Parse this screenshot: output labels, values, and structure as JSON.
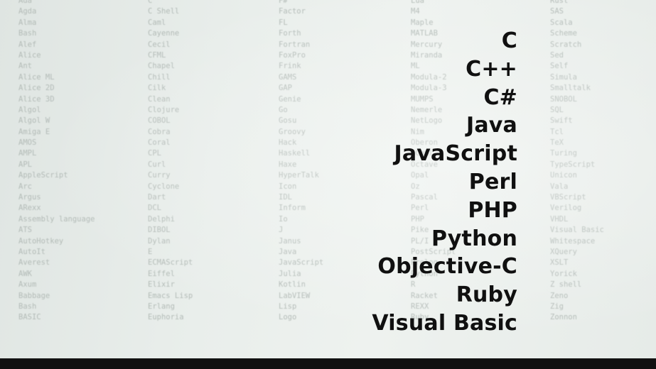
{
  "languages": [
    "C",
    "C++",
    "C#",
    "Java",
    "JavaScript",
    "Perl",
    "PHP",
    "Python",
    "Objective-C",
    "Ruby",
    "Visual Basic"
  ],
  "background_columns": [
    [
      "Ada",
      "Agda",
      "Alma",
      "Bash",
      "Alef",
      "Alice",
      "Ant",
      "Alice ML",
      "Alice 2D",
      "Alice 3D",
      "Algol",
      "Algol W",
      "Amiga E",
      "AMOS",
      "AMPL",
      "APL",
      "AppleScript",
      "Arc",
      "Argus",
      "ARexx",
      "Assembly language",
      "ATS",
      "AutoHotkey",
      "AutoIt",
      "Averest",
      "AWK",
      "Axum",
      "Babbage",
      "Bash",
      "BASIC"
    ],
    [
      "C",
      "C Shell",
      "Caml",
      "Cayenne",
      "Cecil",
      "CFML",
      "Chapel",
      "Chill",
      "Cilk",
      "Clean",
      "Clojure",
      "COBOL",
      "Cobra",
      "Coral",
      "CPL",
      "Curl",
      "Curry",
      "Cyclone",
      "Dart",
      "DCL",
      "Delphi",
      "DIBOL",
      "Dylan",
      "E",
      "ECMAScript",
      "Eiffel",
      "Elixir",
      "Emacs Lisp",
      "Erlang",
      "Euphoria"
    ],
    [
      "F#",
      "Factor",
      "FL",
      "Forth",
      "Fortran",
      "FoxPro",
      "Frink",
      "GAMS",
      "GAP",
      "Genie",
      "Go",
      "Gosu",
      "Groovy",
      "Hack",
      "Haskell",
      "Haxe",
      "HyperTalk",
      "Icon",
      "IDL",
      "Inform",
      "Io",
      "J",
      "Janus",
      "Java",
      "JavaScript",
      "Julia",
      "Kotlin",
      "LabVIEW",
      "Lisp",
      "Logo"
    ],
    [
      "Lua",
      "M4",
      "Maple",
      "MATLAB",
      "Mercury",
      "Miranda",
      "ML",
      "Modula-2",
      "Modula-3",
      "MUMPS",
      "Nemerle",
      "NetLogo",
      "Nim",
      "Oberon",
      "OCaml",
      "Octave",
      "Opal",
      "Oz",
      "Pascal",
      "Perl",
      "PHP",
      "Pike",
      "PL/I",
      "PostScript",
      "Prolog",
      "Python",
      "R",
      "Racket",
      "REXX",
      "Ruby"
    ],
    [
      "Rust",
      "SAS",
      "Scala",
      "Scheme",
      "Scratch",
      "Sed",
      "Self",
      "Simula",
      "Smalltalk",
      "SNOBOL",
      "SQL",
      "Swift",
      "Tcl",
      "TeX",
      "Turing",
      "TypeScript",
      "Unicon",
      "Vala",
      "VBScript",
      "Verilog",
      "VHDL",
      "Visual Basic",
      "Whitespace",
      "XQuery",
      "XSLT",
      "Yorick",
      "Z shell",
      "Zeno",
      "Zig",
      "Zonnon"
    ]
  ]
}
